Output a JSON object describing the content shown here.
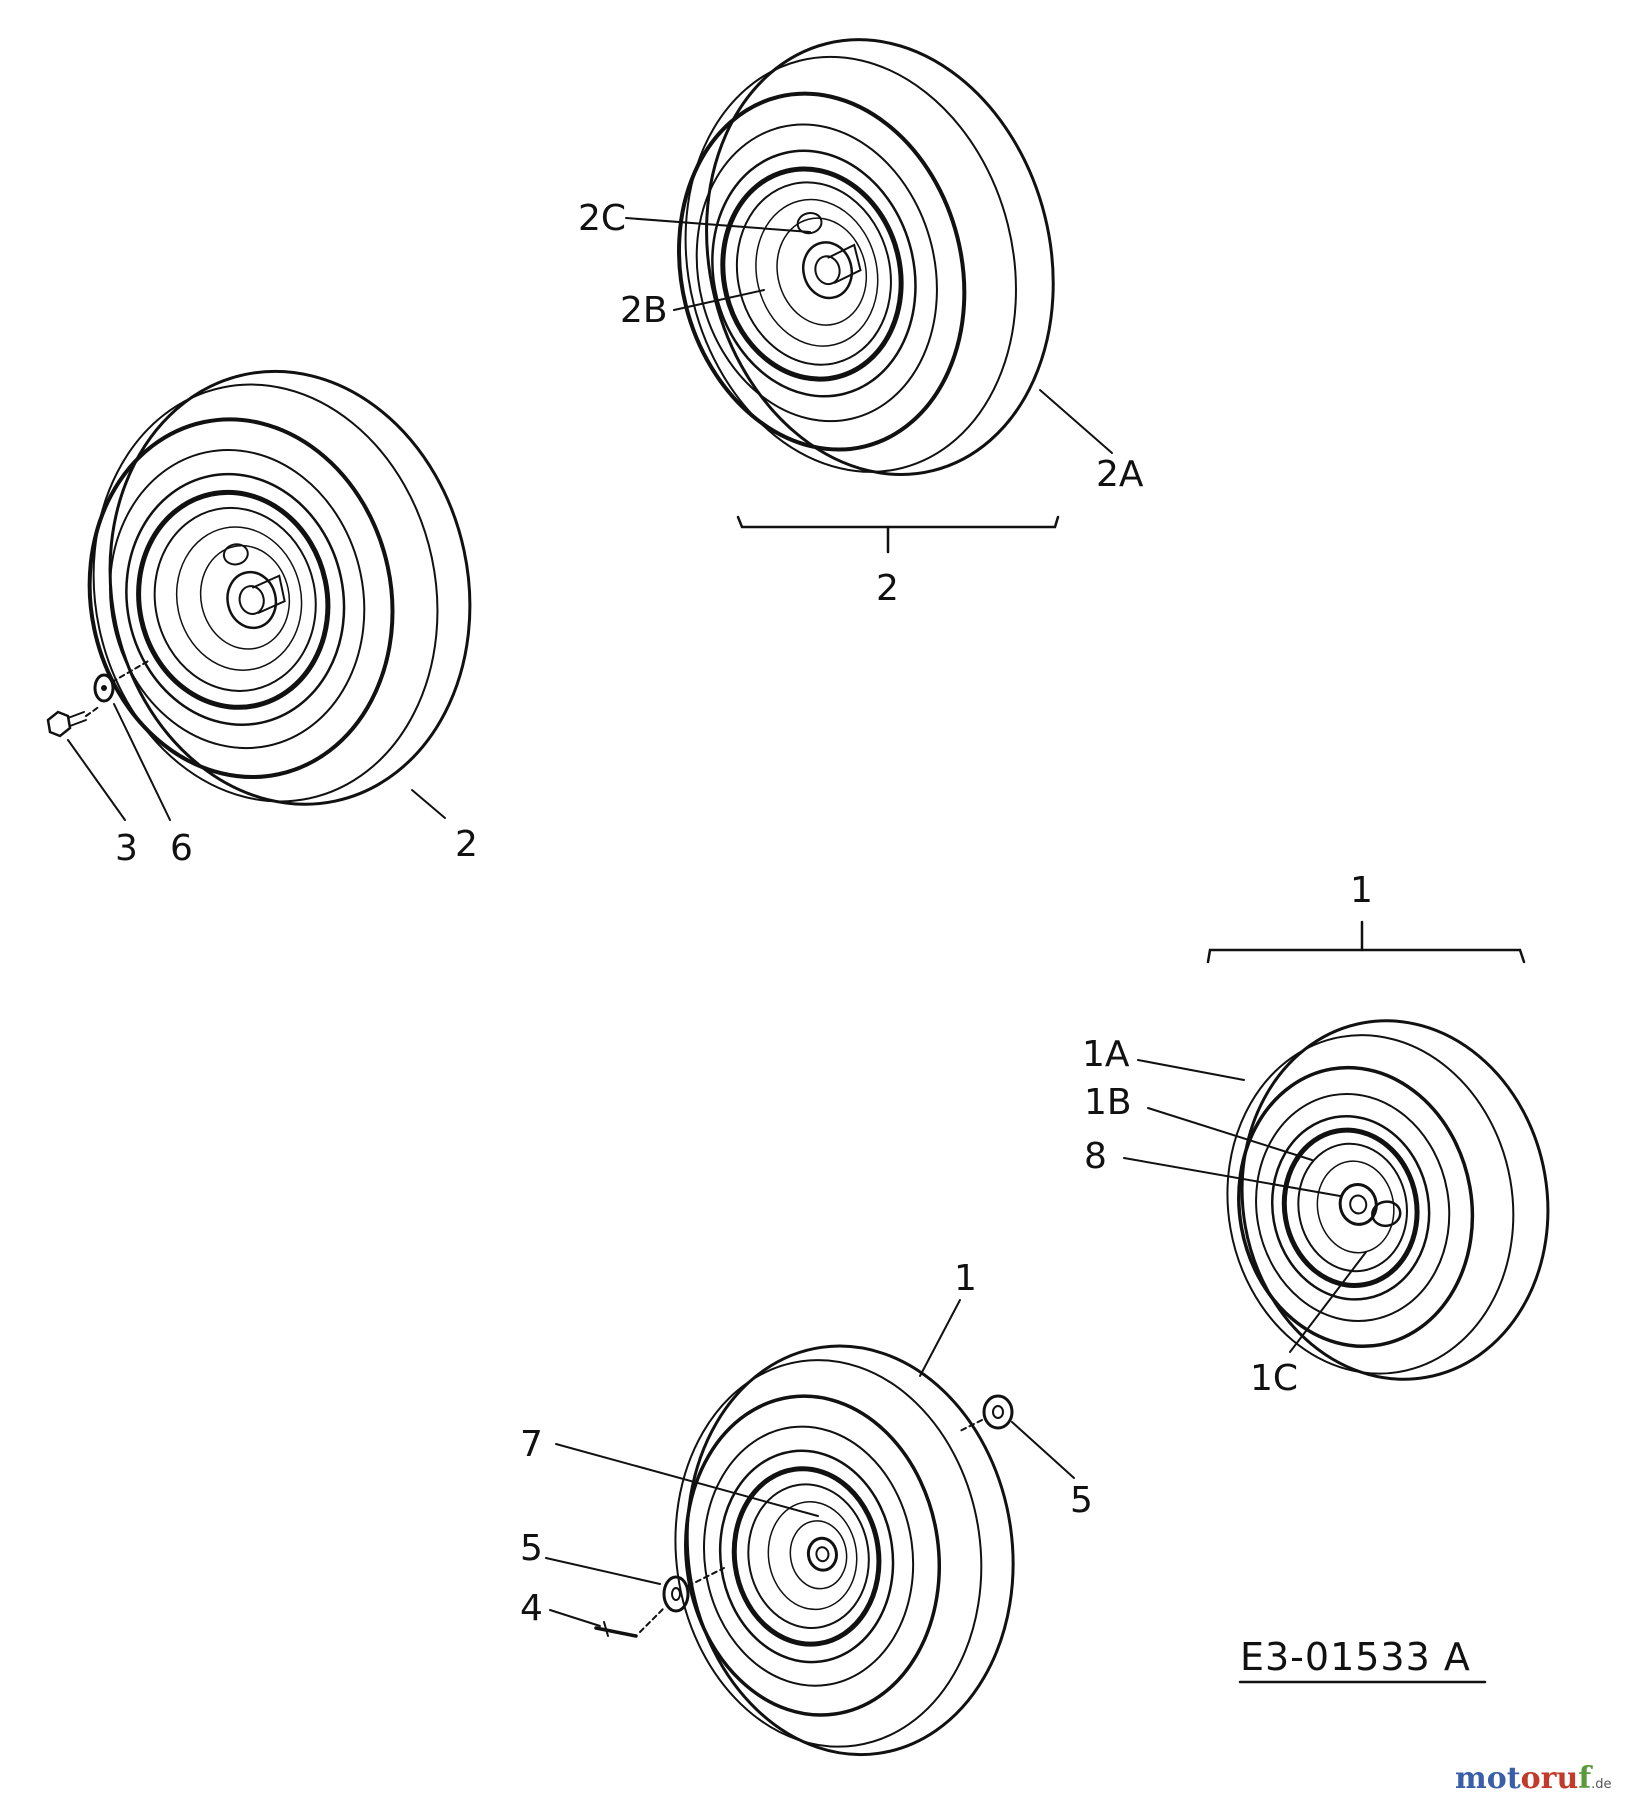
{
  "callouts": {
    "l_2c": "2C",
    "l_2b": "2B",
    "l_2a": "2A",
    "l_2_group": "2",
    "l_3": "3",
    "l_6": "6",
    "l_2_wheel": "2",
    "l_1_group": "1",
    "l_1a": "1A",
    "l_1b": "1B",
    "l_8": "8",
    "l_1c": "1C",
    "l_1_wheel": "1",
    "l_7": "7",
    "l_5_left": "5",
    "l_4": "4",
    "l_5_right": "5"
  },
  "drawing_code": "E3-01533 A",
  "watermark": {
    "part_a": "mot",
    "part_b": "oru",
    "part_c": "f",
    "suffix": ".de"
  },
  "colors": {
    "ink": "#111111",
    "watermark_blue": "#3b5ea8",
    "watermark_red": "#c23a2a",
    "watermark_green": "#5a9a3a"
  }
}
